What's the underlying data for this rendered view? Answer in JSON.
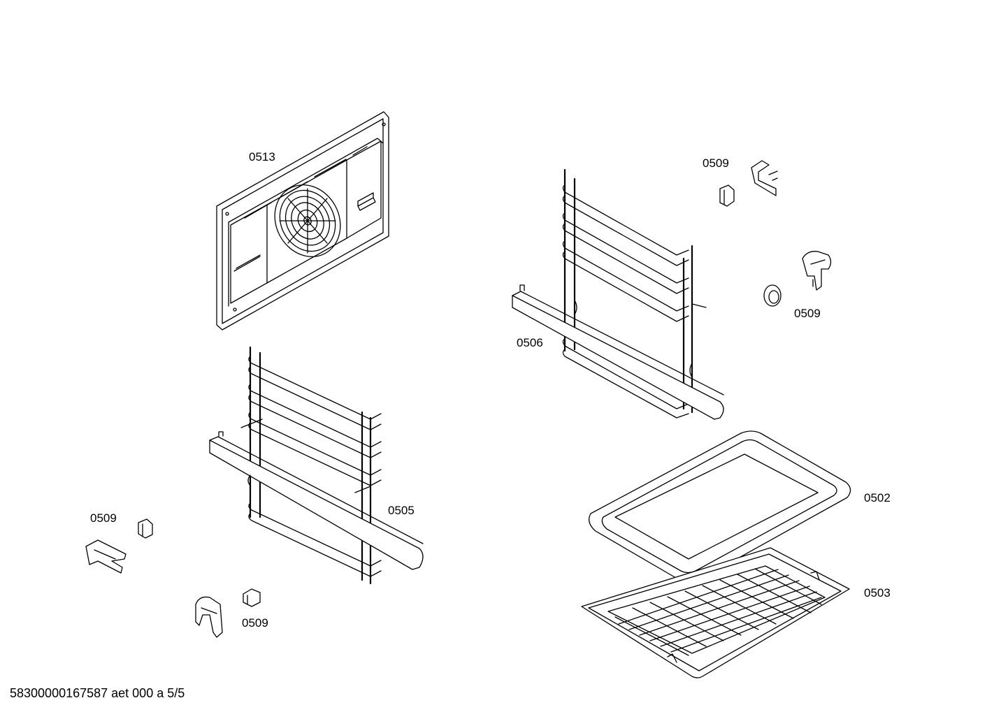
{
  "labels": {
    "rear_panel": "0513",
    "clip_top_right": "0509",
    "clip_mid_right": "0509",
    "rail_right": "0506",
    "rail_left": "0505",
    "clip_left": "0509",
    "clip_bottom": "0509",
    "baking_tray": "0502",
    "wire_rack": "0503"
  },
  "footer": "58300000167587 aet 000 a 5/5"
}
